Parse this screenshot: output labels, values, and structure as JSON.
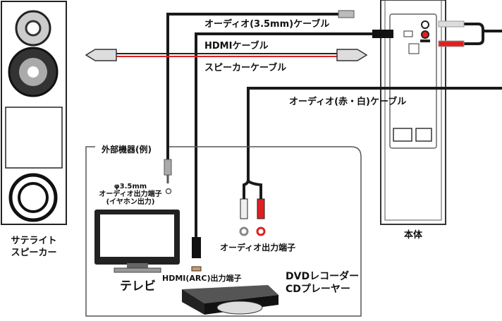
{
  "labels": {
    "satellite_speaker_line1": "サテライト",
    "satellite_speaker_line2": "スピーカー",
    "main_unit": "本体",
    "audio_35_cable": "オーディオ(3.5mm)ケーブル",
    "hdmi_cable": "HDMIケーブル",
    "speaker_cable": "スピーカーケーブル",
    "audio_rw_cable": "オーディオ(赤・白)ケーブル",
    "external_devices": "外部機器(例)",
    "jack_line1": "φ3.5mm",
    "jack_line2": "オーディオ出力端子",
    "jack_line3": "(イヤホン出力)",
    "audio_out": "オーディオ出力端子",
    "tv": "テレビ",
    "hdmi_arc_out": "HDMI(ARC)出力端子",
    "dvd_line1": "DVDレコーダー",
    "dvd_line2": "CDプレーヤー"
  },
  "colors": {
    "cable": "#1a1a1a",
    "red": "#e02020",
    "white_plug": "#d8d8d8",
    "frame": "#555555"
  }
}
